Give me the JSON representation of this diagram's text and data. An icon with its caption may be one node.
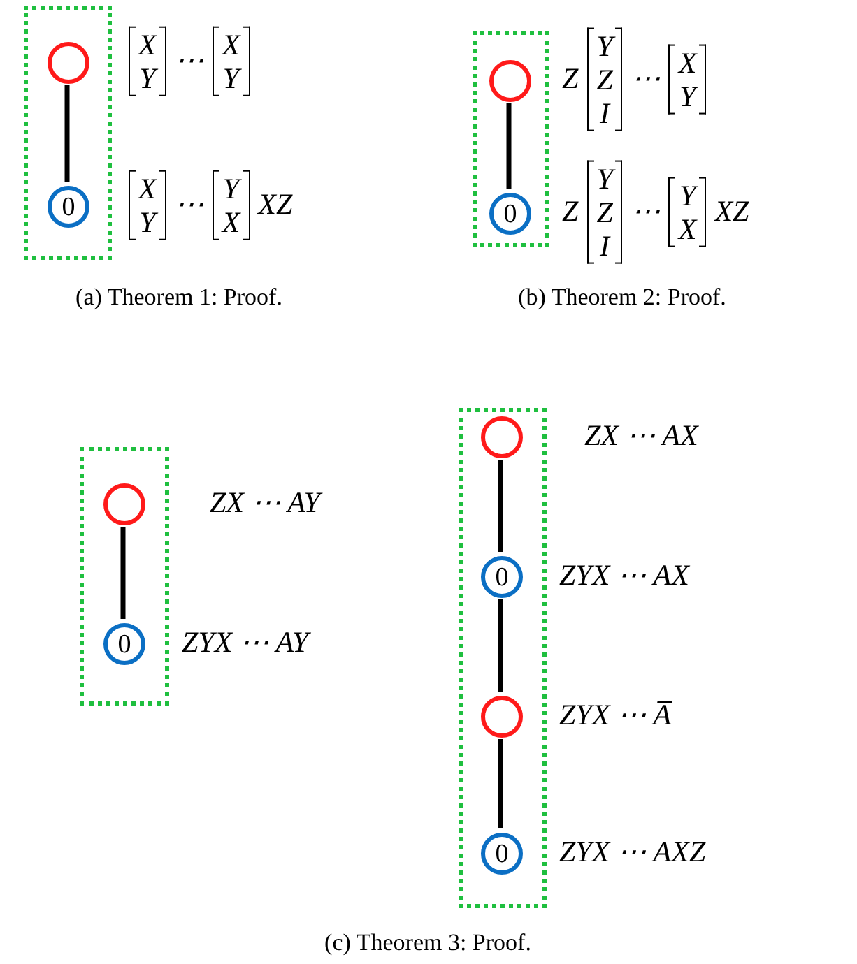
{
  "diagram": {
    "nodes": [
      {
        "text": [],
        "shape": "box"
      },
      {
        "text": [],
        "shape": "circle",
        "in": 0,
        "beside": [
          "X Y",
          "⋯",
          "X Y"
        ]
      },
      {
        "text": [
          "0"
        ],
        "in": 0,
        "beside": [
          "X Y",
          "⋯",
          "Y X",
          "XZ"
        ]
      },
      {
        "text": [],
        "shape": "box"
      },
      {
        "text": [],
        "shape": "circle",
        "in": 3,
        "beside": [
          "Z",
          "Y Z I",
          "⋯",
          "X Y"
        ]
      },
      {
        "text": [
          "0"
        ],
        "in": 3,
        "beside": [
          "Z",
          "Y Z I",
          "⋯",
          "Y X",
          "XZ"
        ]
      },
      {
        "text": [],
        "shape": "box"
      },
      {
        "text": [],
        "shape": "circle",
        "in": 6,
        "beside": [
          "ZX ⋯ AY"
        ]
      },
      {
        "text": [
          "0"
        ],
        "in": 6,
        "beside": [
          "ZYX ⋯ AY"
        ]
      },
      {
        "text": [],
        "shape": "box"
      },
      {
        "text": [],
        "shape": "circle",
        "in": 9,
        "beside": [
          "ZX ⋯ AX"
        ]
      },
      {
        "text": [
          "0"
        ],
        "in": 9,
        "beside": [
          "ZYX ⋯ AX"
        ]
      },
      {
        "text": [],
        "shape": "circle",
        "in": 9,
        "beside": [
          "ZYX ⋯ A̅"
        ]
      },
      {
        "text": [
          "0"
        ],
        "in": 9,
        "beside": [
          "ZYX ⋯ AXZ"
        ]
      }
    ],
    "edges": [
      {
        "from": 1,
        "to": 2,
        "arrow": "none"
      },
      {
        "from": 4,
        "to": 5,
        "arrow": "none"
      },
      {
        "from": 7,
        "to": 8,
        "arrow": "none"
      },
      {
        "from": 10,
        "to": 11,
        "arrow": "none"
      },
      {
        "from": 11,
        "to": 12,
        "arrow": "none"
      },
      {
        "from": 12,
        "to": 13,
        "arrow": "none"
      }
    ],
    "labels": [
      "(a) Theorem 1: Proof.",
      "(b) Theorem 2: Proof.",
      "(c) Theorem 3: Proof."
    ]
  }
}
